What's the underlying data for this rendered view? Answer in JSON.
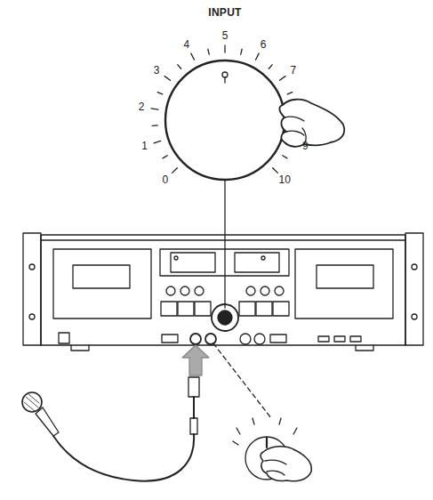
{
  "diagram": {
    "title": "INPUT",
    "labels": [
      "0",
      "1",
      "2",
      "3",
      "4",
      "5",
      "6",
      "7",
      "9",
      "10"
    ]
  }
}
